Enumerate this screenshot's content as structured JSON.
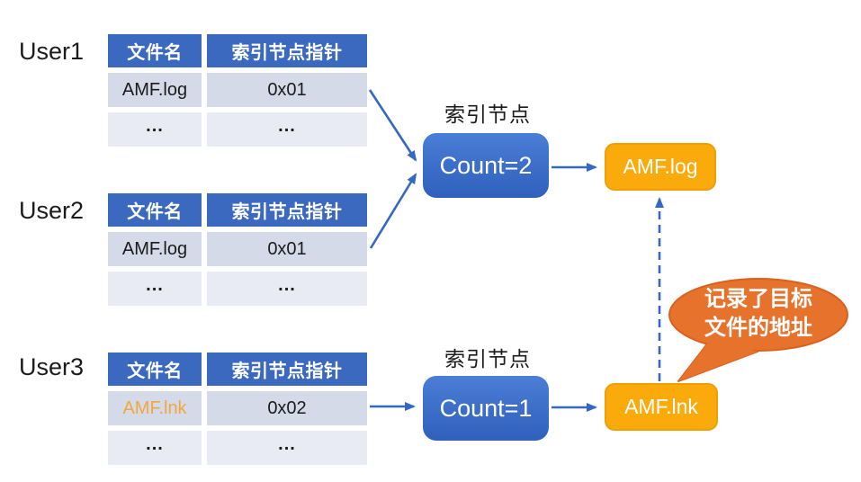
{
  "colors": {
    "accent_blue": "#3568C3",
    "header_blue": "#3A69BF",
    "node_blue_top": "#4B7ED6",
    "node_blue_bottom": "#2F60BD",
    "row_odd": "#D5DAE9",
    "row_even": "#E9EBF4",
    "file_orange": "#FBAA0B",
    "file_orange_border": "#F09E06",
    "bubble_orange": "#E7722C",
    "bubble_orange_border": "#D7621E",
    "lnk_text_orange": "#F2A73E",
    "text_black": "#1B1B1B"
  },
  "tables": [
    {
      "user": "User1",
      "headers": [
        "文件名",
        "索引节点指针"
      ],
      "rows": [
        [
          "AMF.log",
          "0x01"
        ],
        [
          "...",
          "..."
        ]
      ]
    },
    {
      "user": "User2",
      "headers": [
        "文件名",
        "索引节点指针"
      ],
      "rows": [
        [
          "AMF.log",
          "0x01"
        ],
        [
          "...",
          "..."
        ]
      ]
    },
    {
      "user": "User3",
      "headers": [
        "文件名",
        "索引节点指针"
      ],
      "rows": [
        [
          "AMF.lnk",
          "0x02"
        ],
        [
          "...",
          "..."
        ]
      ]
    }
  ],
  "inodes": [
    {
      "caption": "索引节点",
      "count": "Count=2"
    },
    {
      "caption": "索引节点",
      "count": "Count=1"
    }
  ],
  "files": [
    {
      "label": "AMF.log"
    },
    {
      "label": "AMF.lnk"
    }
  ],
  "callout": {
    "line1": "记录了目标",
    "line2": "文件的地址"
  }
}
